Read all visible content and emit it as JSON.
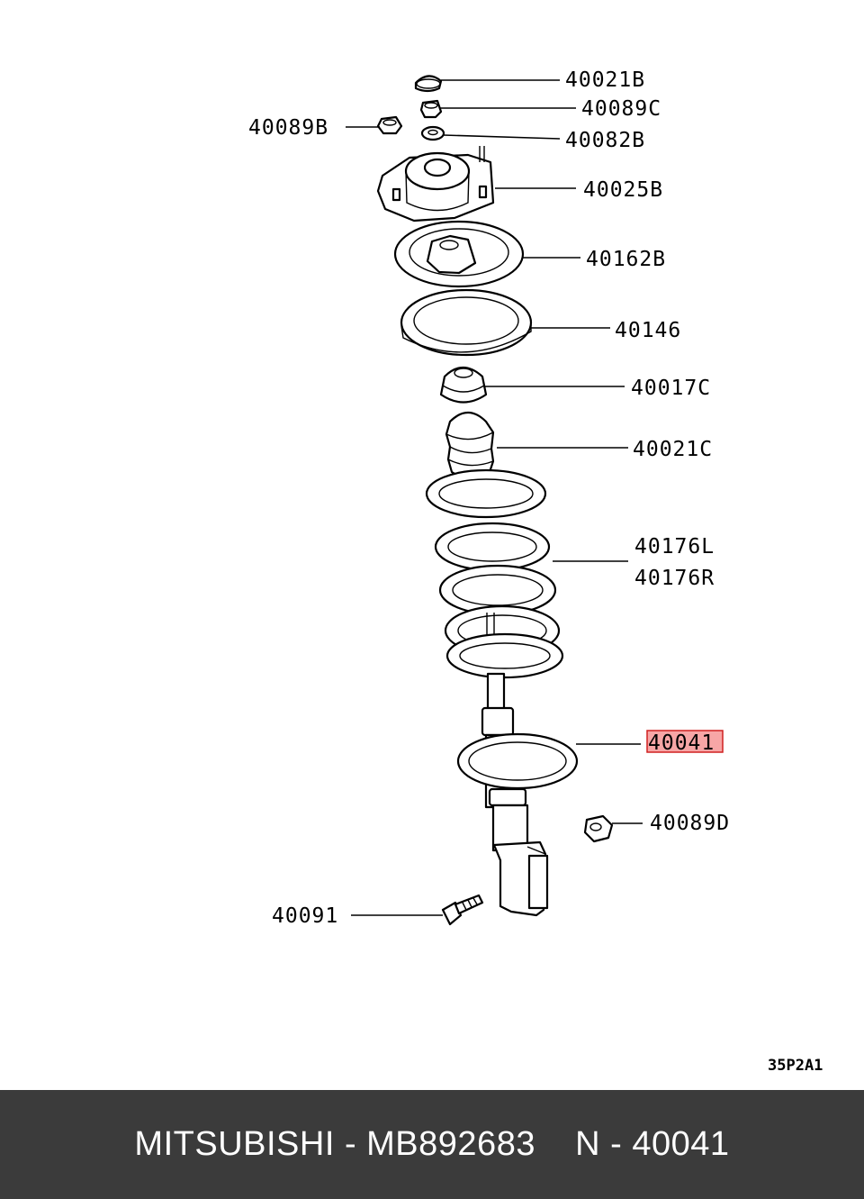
{
  "diagram": {
    "labels": [
      {
        "id": "40021B",
        "text": "40021B"
      },
      {
        "id": "40089C",
        "text": "40089C"
      },
      {
        "id": "40089B",
        "text": "40089B"
      },
      {
        "id": "40082B",
        "text": "40082B"
      },
      {
        "id": "40025B",
        "text": "40025B"
      },
      {
        "id": "40162B",
        "text": "40162B"
      },
      {
        "id": "40146",
        "text": "40146"
      },
      {
        "id": "40017C",
        "text": "40017C"
      },
      {
        "id": "40021C",
        "text": "40021C"
      },
      {
        "id": "40176L",
        "text": "40176L"
      },
      {
        "id": "40176R",
        "text": "40176R"
      },
      {
        "id": "40041",
        "text": "40041",
        "highlighted": true
      },
      {
        "id": "40089D",
        "text": "40089D"
      },
      {
        "id": "40091",
        "text": "40091"
      }
    ],
    "drawing_code": "35P2A1",
    "highlight_color": "#f7a6a6"
  },
  "footer": {
    "text": "MITSUBISHI - MB892683    N - 40041",
    "background": "#3b3b3b",
    "color": "#ffffff"
  }
}
